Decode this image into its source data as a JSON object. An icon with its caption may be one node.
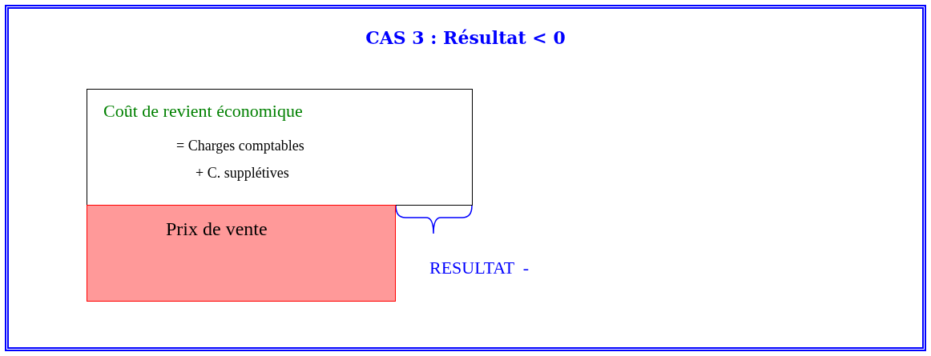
{
  "diagram": {
    "title": "CAS 3 : Résultat < 0",
    "nodes": [
      {
        "text": [
          "Coût de revient économique",
          "= Charges comptables",
          "+ C. supplétives"
        ]
      },
      {
        "text": [
          "Prix de vente"
        ]
      }
    ],
    "labels": [
      "RESULTAT  -"
    ]
  }
}
